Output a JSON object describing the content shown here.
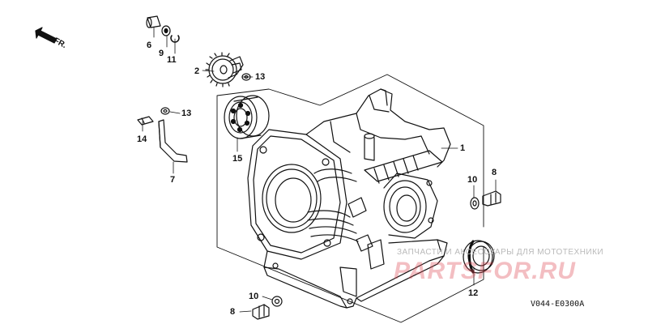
{
  "direction_label": "FR.",
  "diagram_code": "V044-E0300A",
  "watermark": {
    "tagline": "ЗАПЧАСТИ И АКСЕССУАРЫ ДЛЯ МОТОТЕХНИКИ",
    "brand": "PARTSFOR.RU"
  },
  "part_labels": {
    "p6": "6",
    "p9": "9",
    "p11": "11",
    "p2": "2",
    "p13a": "13",
    "p13b": "13",
    "p14": "14",
    "p7": "7",
    "p15": "15",
    "p1": "1",
    "p10a": "10",
    "p8a": "8",
    "p12": "12",
    "p10b": "10",
    "p8b": "8"
  }
}
